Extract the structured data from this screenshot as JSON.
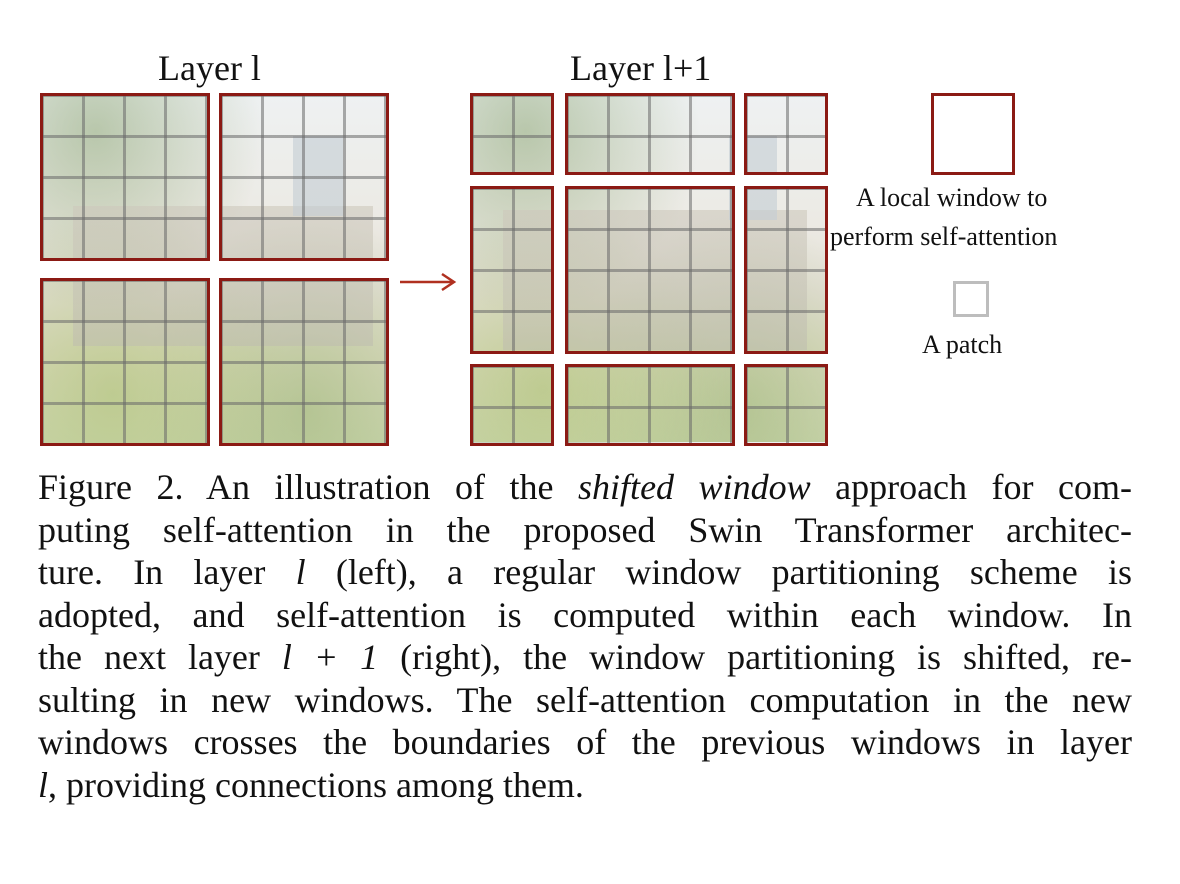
{
  "figure": {
    "layer_left_title": "Layer l",
    "layer_right_title": "Layer l+1",
    "legend": {
      "window_label_line1": "A local window to",
      "window_label_line2": "perform self-attention",
      "patch_label": "A patch"
    },
    "colors": {
      "window_border": "#8b1a14",
      "patch_grid": "#6b6b6b",
      "patch_legend_border": "#bdbdbd",
      "arrow": "#b03020"
    }
  },
  "caption": {
    "lines": [
      [
        "Figure 2. An illustration of the ",
        "shifted window",
        " approach for com-"
      ],
      [
        "puting self-attention in the proposed Swin Transformer architec-"
      ],
      [
        "ture.  In layer ",
        "l",
        " (left), a regular window partitioning scheme is"
      ],
      [
        "adopted, and self-attention is computed within each window.  In"
      ],
      [
        "the next layer ",
        "l + 1",
        " (right), the window partitioning is shifted, re-"
      ],
      [
        "sulting in new windows. The self-attention computation in the new"
      ],
      [
        "windows crosses the boundaries of the previous windows in layer"
      ],
      [
        "l",
        ", providing connections among them."
      ]
    ]
  }
}
